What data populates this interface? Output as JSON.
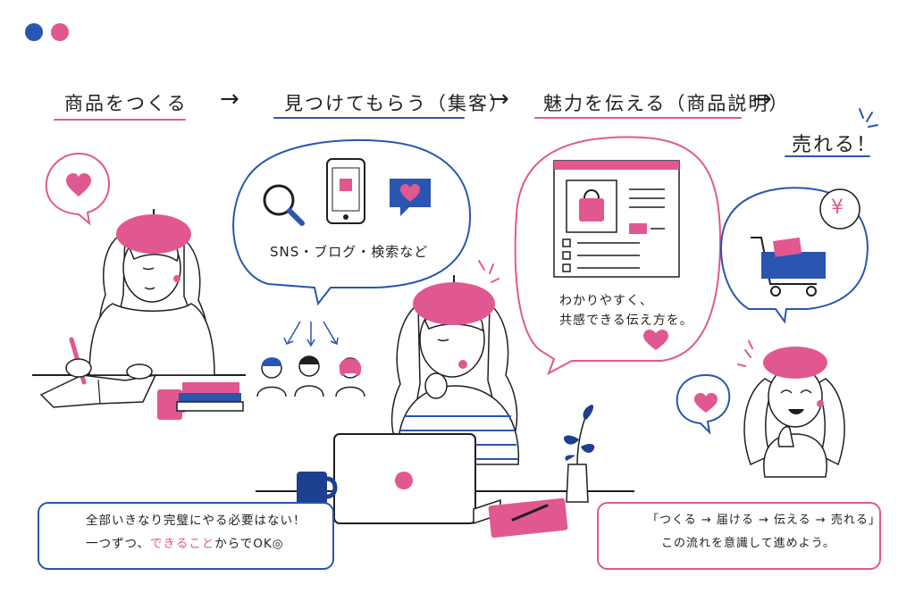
{
  "colors": {
    "pink": "#e0588f",
    "blue": "#2a55b0",
    "ink": "#1f1f1f",
    "navy": "#1d3f8f"
  },
  "steps": [
    {
      "label": "商品をつくる"
    },
    {
      "label": "見つけてもらう（集客）"
    },
    {
      "label": "魅力を伝える（商品説明）"
    },
    {
      "label": "売れる！"
    }
  ],
  "arrow_glyph": "→",
  "bubble_channels": {
    "text": "SNS・ブログ・検索など",
    "icons": [
      "search-icon",
      "smartphone-icon",
      "heart-chat-icon"
    ]
  },
  "bubble_description": {
    "line1": "わかりやすく、",
    "line2": "共感できる伝え方を。"
  },
  "yen_symbol": "¥",
  "note_left": {
    "line1": "全部いきなり完璧にやる必要はない！",
    "line2_prefix": "一つずつ、",
    "line2_highlight": "できること",
    "line2_suffix": "からでOK◎"
  },
  "note_right": {
    "line1": "「つくる → 届ける → 伝える → 売れる」",
    "line2": "この流れを意識して進めよう。"
  }
}
